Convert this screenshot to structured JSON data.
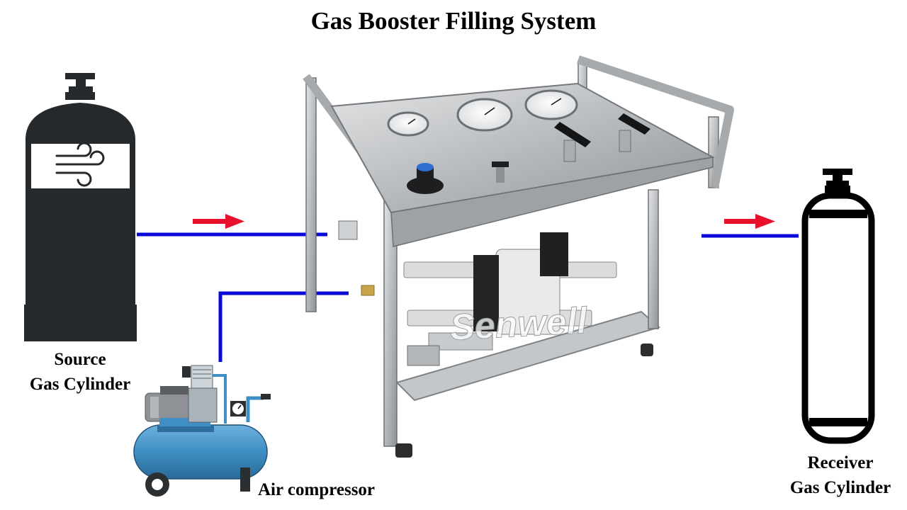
{
  "title": "Gas Booster Filling System",
  "source": {
    "line1": "Source",
    "line2": "Gas Cylinder",
    "icon": "wind-icon"
  },
  "receiver": {
    "line1": "Receiver",
    "line2": "Gas Cylinder"
  },
  "compressor": {
    "label": "Air compressor"
  },
  "watermark": "Senwell",
  "colors": {
    "pipe": "#0a0ad8",
    "arrow": "#e8102a",
    "cylinder": "#25292b",
    "compressor_tank": "#3f8fc4",
    "steel": "#b9bcbf"
  }
}
